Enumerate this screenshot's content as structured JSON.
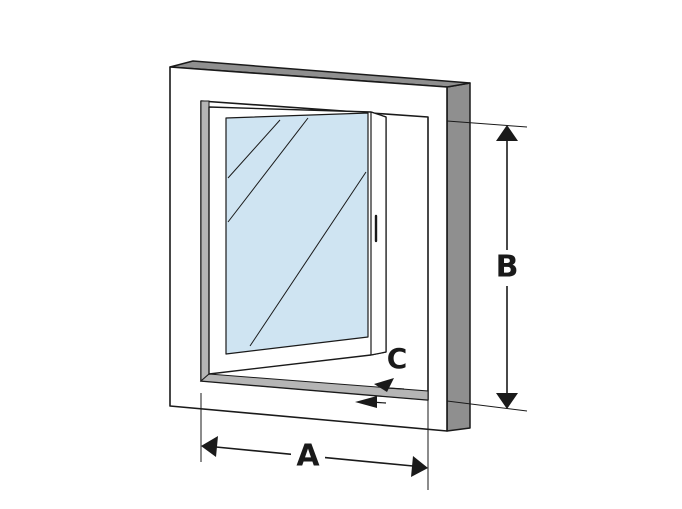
{
  "diagram": {
    "labels": {
      "width": "A",
      "height": "B",
      "depth": "C"
    },
    "colors": {
      "outline": "#1a1a1a",
      "frame_face": "#ffffff",
      "frame_side": "#8f8f8f",
      "inner_shadow": "#b5b5b5",
      "glass": "#cfe4f2"
    }
  }
}
